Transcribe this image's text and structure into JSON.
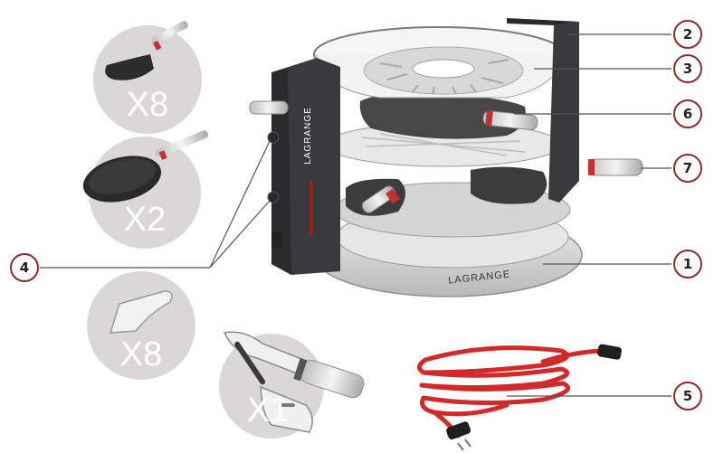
{
  "brand": "LAGRANGE",
  "accessories": [
    {
      "quantity": "X8",
      "icon": "small-pan-icon"
    },
    {
      "quantity": "X2",
      "icon": "frying-pan-icon"
    },
    {
      "quantity": "X8",
      "icon": "spatula-icon"
    },
    {
      "quantity": "X1",
      "icon": "cheese-knife-icon"
    }
  ],
  "callouts": [
    "1",
    "2",
    "3",
    "4",
    "5",
    "6",
    "7"
  ],
  "icons": [
    "raclette-grill-icon",
    "power-cord-icon"
  ],
  "colors": {
    "body": "#3a3a3e",
    "circle": "#d9d7d8",
    "cord": "#d02a2a",
    "callout_stroke": "#8a2a2a"
  }
}
